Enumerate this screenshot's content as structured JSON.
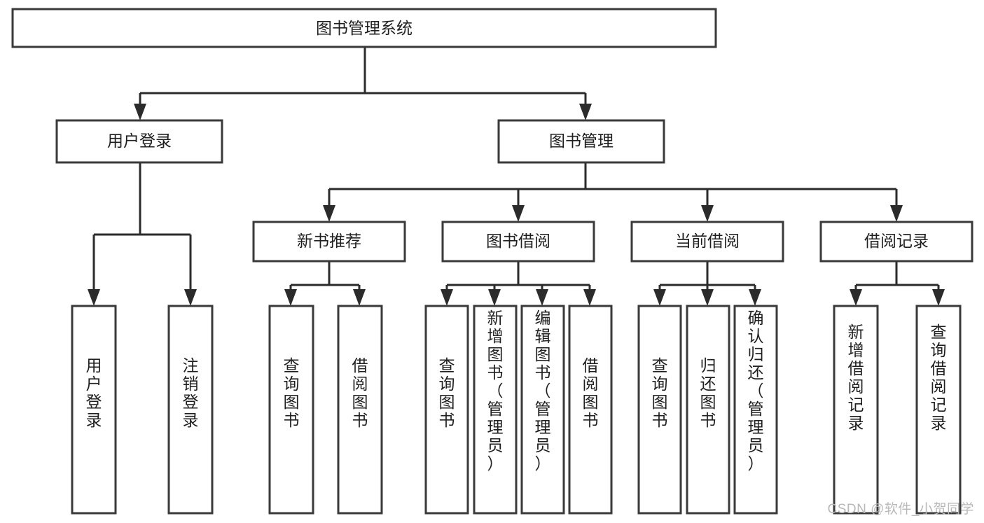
{
  "diagram": {
    "type": "tree-hierarchy",
    "title": "图书管理系统",
    "watermark": "CSDN @软件_小贺同学",
    "colors": {
      "box_stroke": "#3a3a3a",
      "box_fill": "#ffffff",
      "connector": "#2b2b2b",
      "text": "#1f1f1f",
      "watermark": "#b8b8b8",
      "background": "#ffffff"
    },
    "levels": {
      "root": {
        "label": "图书管理系统"
      },
      "level2": [
        {
          "id": "user-login",
          "label": "用户登录"
        },
        {
          "id": "book-management",
          "label": "图书管理"
        }
      ],
      "level3": [
        {
          "id": "new-book-recommend",
          "label": "新书推荐",
          "parent": "book-management"
        },
        {
          "id": "book-borrow",
          "label": "图书借阅",
          "parent": "book-management"
        },
        {
          "id": "current-borrow",
          "label": "当前借阅",
          "parent": "book-management"
        },
        {
          "id": "borrow-record",
          "label": "借阅记录",
          "parent": "book-management"
        }
      ],
      "leaves": [
        {
          "id": "leaf-user-login",
          "label": "用户登录",
          "parent": "user-login"
        },
        {
          "id": "leaf-logout-login",
          "label": "注销登录",
          "parent": "user-login"
        },
        {
          "id": "leaf-query-book-1",
          "label": "查询图书",
          "parent": "new-book-recommend"
        },
        {
          "id": "leaf-borrow-book-1",
          "label": "借阅图书",
          "parent": "new-book-recommend"
        },
        {
          "id": "leaf-query-book-2",
          "label": "查询图书",
          "parent": "book-borrow"
        },
        {
          "id": "leaf-add-book",
          "label": "新增图书（管理员）",
          "parent": "book-borrow"
        },
        {
          "id": "leaf-edit-book",
          "label": "编辑图书（管理员）",
          "parent": "book-borrow"
        },
        {
          "id": "leaf-borrow-book-2",
          "label": "借阅图书",
          "parent": "book-borrow"
        },
        {
          "id": "leaf-query-book-3",
          "label": "查询图书",
          "parent": "current-borrow"
        },
        {
          "id": "leaf-return-book",
          "label": "归还图书",
          "parent": "current-borrow"
        },
        {
          "id": "leaf-confirm-return",
          "label": "确认归还（管理员）",
          "parent": "current-borrow"
        },
        {
          "id": "leaf-add-record",
          "label": "新增借阅记录",
          "parent": "borrow-record"
        },
        {
          "id": "leaf-query-record",
          "label": "查询借阅记录",
          "parent": "borrow-record"
        }
      ]
    }
  }
}
